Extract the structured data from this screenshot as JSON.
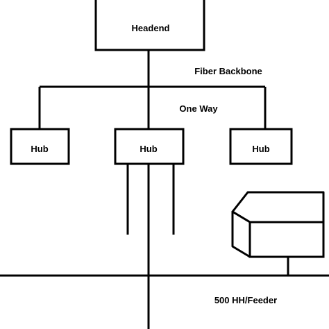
{
  "headend": {
    "label": "Headend"
  },
  "backbone": {
    "label": "Fiber Backbone"
  },
  "direction": {
    "label": "One Way"
  },
  "hubs": [
    {
      "label": "Hub"
    },
    {
      "label": "Hub"
    },
    {
      "label": "Hub"
    }
  ],
  "feeder": {
    "label": "500 HH/Feeder"
  },
  "colors": {
    "stroke": "#000000",
    "background": "#ffffff"
  },
  "icons": {
    "home": "house-icon"
  }
}
